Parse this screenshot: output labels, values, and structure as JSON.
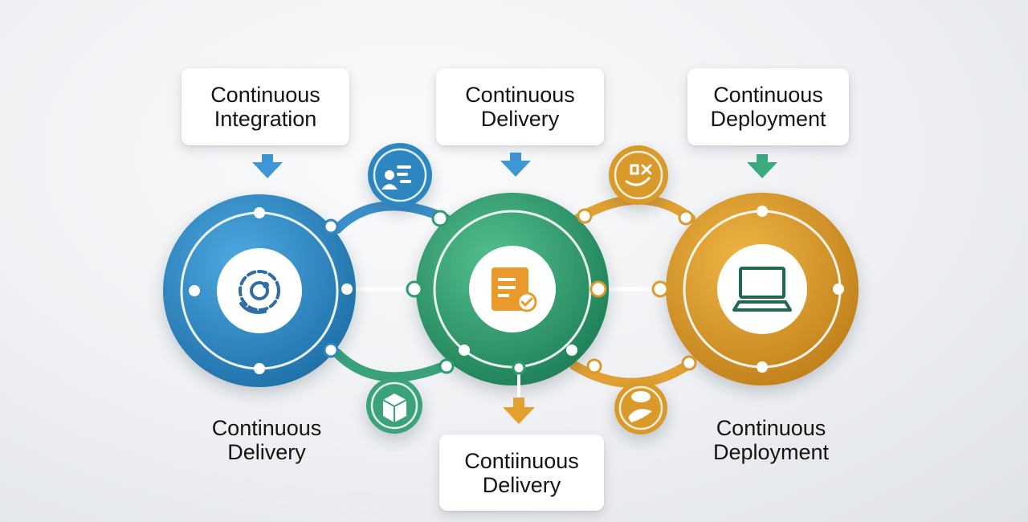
{
  "labels": {
    "top_left": {
      "line1": "Continuous",
      "line2": "Integration"
    },
    "top_center": {
      "line1": "Continuous",
      "line2": "Delivery"
    },
    "top_right": {
      "line1": "Continuous",
      "line2": "Deployment"
    },
    "bottom_left": {
      "line1": "Continuous",
      "line2": "Delivery"
    },
    "bottom_center": {
      "line1": "Contiinuous",
      "line2": "Delivery"
    },
    "bottom_right": {
      "line1": "Continuous",
      "line2": "Deployment"
    }
  },
  "stages": [
    {
      "id": "integration",
      "color": "#2f86c1",
      "icon": "gear-cycle-icon"
    },
    {
      "id": "delivery",
      "color": "#2f9a6e",
      "icon": "document-check-icon"
    },
    {
      "id": "deployment",
      "color": "#d99a2b",
      "icon": "laptop-icon"
    }
  ],
  "satellites": [
    {
      "color": "#2f86c1",
      "icon": "user-list-icon"
    },
    {
      "color": "#3aa27a",
      "icon": "package-box-icon"
    },
    {
      "color": "#d99a2b",
      "icon": "tools-icon"
    },
    {
      "color": "#d99a2b",
      "icon": "chat-bubble-icon"
    }
  ],
  "arrow_colors": {
    "blue": "#3d97d4",
    "green": "#3bab7d",
    "orange": "#e4a02e"
  }
}
